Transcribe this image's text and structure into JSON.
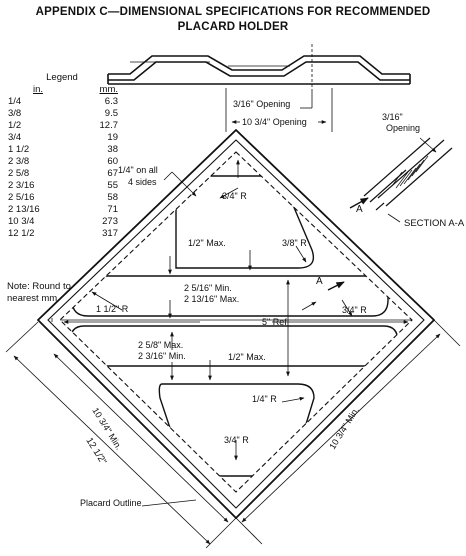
{
  "title": {
    "line1": "APPENDIX C—DIMENSIONAL SPECIFICATIONS FOR RECOMMENDED",
    "line2": "PLACARD HOLDER"
  },
  "legend": {
    "heading": "Legend",
    "col_in": "in.",
    "col_mm": "mm.",
    "rows": [
      {
        "in": "1/4",
        "mm": "6.3"
      },
      {
        "in": "3/8",
        "mm": "9.5"
      },
      {
        "in": "1/2",
        "mm": "12.7"
      },
      {
        "in": "3/4",
        "mm": "19"
      },
      {
        "in": "1 1/2",
        "mm": "38"
      },
      {
        "in": "2 3/8",
        "mm": "60"
      },
      {
        "in": "2 5/8",
        "mm": "67"
      },
      {
        "in": "2 3/16",
        "mm": "55"
      },
      {
        "in": "2 5/16",
        "mm": "58"
      },
      {
        "in": "2 13/16",
        "mm": "71"
      },
      {
        "in": "10 3/4",
        "mm": "273"
      },
      {
        "in": "12 1/2",
        "mm": "317"
      }
    ],
    "note": "Note:  Round to nearest mm."
  },
  "labels": {
    "opening_3_16": "3/16\" Opening",
    "opening_10_3_4": "10  3/4\" Opening",
    "section_opening_1": "3/16\"",
    "section_opening_2": "Opening",
    "section_a": "SECTION A-A",
    "quarter_all_1": "1/4\" on all",
    "quarter_all_2": "4 sides",
    "r_three_quarter_top": "3/4\" R",
    "half_max_top": "1/2\" Max.",
    "three_eighths_r": "3/8\" R",
    "min_2_5_16": "2  5/16\" Min.",
    "max_2_13_16": "2  13/16\" Max.",
    "one_half_r": "1  1/2\" R",
    "a_top": "A",
    "a_right": "A",
    "r_three_quarter_right": "3/4\" R",
    "five_ref": "5\" Ref",
    "max_2_5_8": "2  5/8\" Max.",
    "min_2_3_16": "2  3/16\" Min.",
    "half_max_bottom": "1/2\" Max.",
    "quarter_r": "1/4\" R",
    "r_three_quarter_bottom": "3/4\" R",
    "dim_12_half": "12  1/2\"",
    "dim_10_3_4_left": "10  3/4\" Min.",
    "dim_10_3_4_right": "10  3/4\" Min.",
    "placard_outline": "Placard Outline"
  }
}
